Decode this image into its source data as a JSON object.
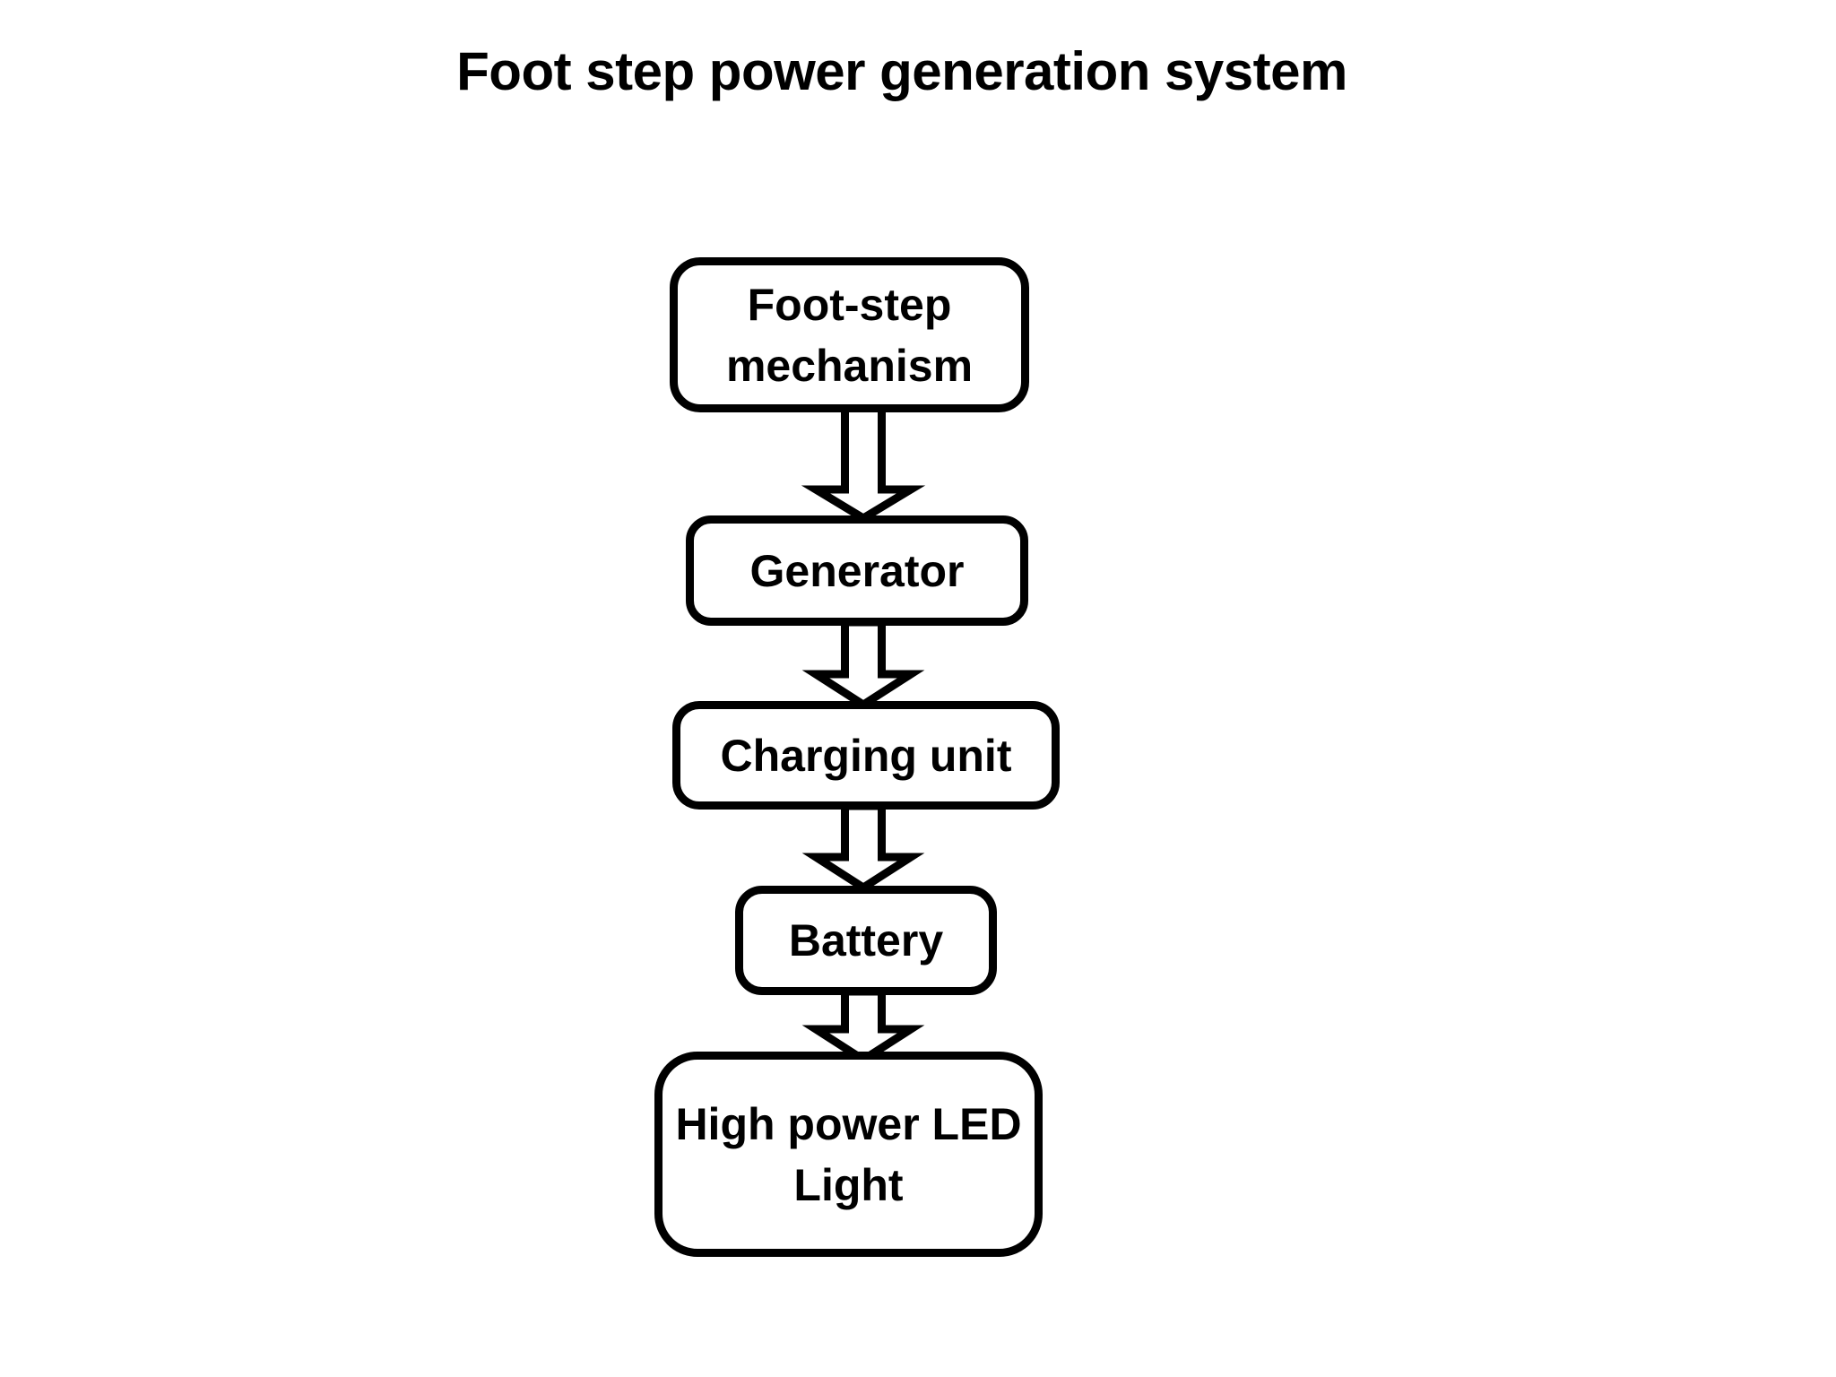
{
  "title": "Foot step power generation system",
  "diagram": {
    "type": "flowchart",
    "direction": "top-down",
    "nodes": [
      {
        "id": "foot-step-mechanism",
        "label": "Foot-step\nmechanism"
      },
      {
        "id": "generator",
        "label": "Generator"
      },
      {
        "id": "charging-unit",
        "label": "Charging unit"
      },
      {
        "id": "battery",
        "label": "Battery"
      },
      {
        "id": "high-power-led-light",
        "label": "High power LED\nLight"
      }
    ],
    "edges": [
      {
        "from": "foot-step-mechanism",
        "to": "generator",
        "style": "hollow-block-arrow"
      },
      {
        "from": "generator",
        "to": "charging-unit",
        "style": "hollow-block-arrow"
      },
      {
        "from": "charging-unit",
        "to": "battery",
        "style": "hollow-block-arrow"
      },
      {
        "from": "battery",
        "to": "high-power-led-light",
        "style": "hollow-block-arrow"
      }
    ],
    "colors": {
      "background": "#ffffff",
      "node_fill": "#ffffff",
      "stroke": "#000000",
      "text": "#000000"
    }
  }
}
